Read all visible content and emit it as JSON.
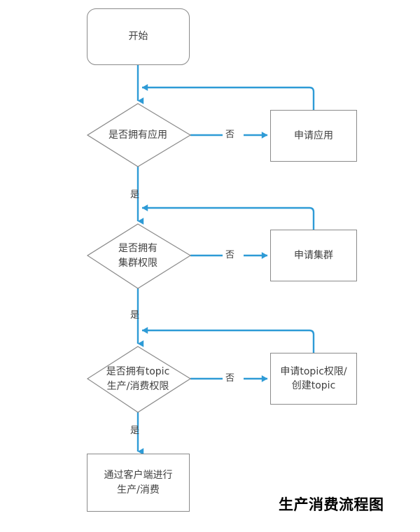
{
  "diagram": {
    "caption": "生产消费流程图",
    "colors": {
      "connector": "#2e9bd6",
      "shape_border": "#8a8a8a",
      "text": "#404040",
      "caption": "#000000",
      "background": "#ffffff"
    },
    "nodes": {
      "start": {
        "label": "开始",
        "shape": "rounded-rectangle"
      },
      "decision_app": {
        "label_line1": "是否拥有应用",
        "label_line2": "",
        "shape": "diamond"
      },
      "action_app": {
        "label_line1": "申请应用",
        "label_line2": "",
        "shape": "rectangle"
      },
      "decision_cluster": {
        "label_line1": "是否拥有",
        "label_line2": "集群权限",
        "shape": "diamond"
      },
      "action_cluster": {
        "label_line1": "申请集群",
        "label_line2": "",
        "shape": "rectangle"
      },
      "decision_topic": {
        "label_line1": "是否拥有topic",
        "label_line2": "生产/消费权限",
        "shape": "diamond"
      },
      "action_topic": {
        "label_line1": "申请topic权限/",
        "label_line2": "创建topic",
        "shape": "rectangle"
      },
      "end": {
        "label_line1": "通过客户端进行",
        "label_line2": "生产/消费",
        "shape": "rectangle"
      }
    },
    "edge_labels": {
      "no_app": "否",
      "no_cluster": "否",
      "no_topic": "否",
      "yes_app": "是",
      "yes_cluster": "是",
      "yes_topic": "是"
    }
  }
}
